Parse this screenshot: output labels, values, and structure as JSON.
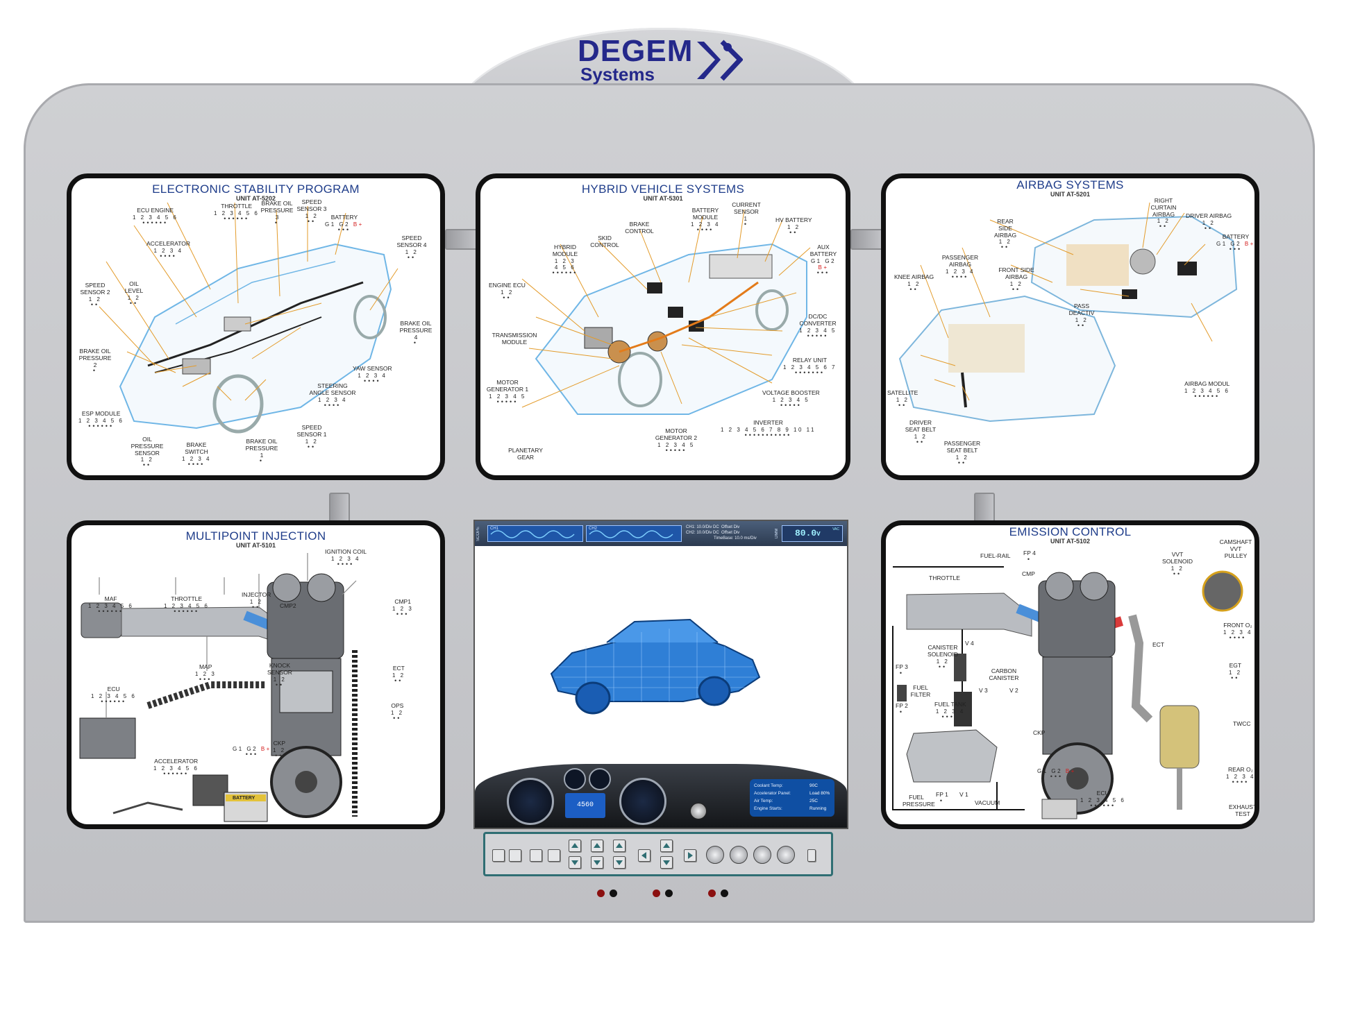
{
  "brand": {
    "name": "DEGEM",
    "sub": "Systems",
    "color": "#24288a"
  },
  "colors": {
    "panel_border": "#111111",
    "title": "#1f3d8a",
    "callout": "#e39b2a",
    "b_plus": "#d41c1c"
  },
  "panels": {
    "esp": {
      "title": "ELECTRONIC STABILITY PROGRAM",
      "unit": "UNIT AT-5202",
      "labels": {
        "ecu_engine": "ECU ENGINE",
        "ecu_engine_n": "1 2 3 4 5 6",
        "throttle": "THROTTLE",
        "throttle_n": "1 2 3 4 5 6",
        "brake_oil_3": "BRAKE OIL PRESSURE 3",
        "speed3": "SPEED SENSOR 3",
        "speed3_n": "1 2",
        "battery": "BATTERY",
        "battery_n": "G1 G2",
        "bplus": "B+",
        "speed4": "SPEED SENSOR 4",
        "speed4_n": "1 2",
        "accelerator": "ACCELERATOR",
        "accelerator_n": "1 2 3 4",
        "speed2": "SPEED SENSOR 2",
        "speed2_n": "1 2",
        "oil_level": "OIL LEVEL",
        "oil_level_n": "1 2",
        "brake_oil_4": "BRAKE OIL PRESSURE 4",
        "brake_oil_2": "BRAKE OIL PRESSURE 2",
        "yaw": "YAW SENSOR",
        "yaw_n": "1 2 3 4",
        "steering": "STEERING ANGLE SENSOR",
        "steering_n": "1 2 3 4",
        "esp_module": "ESP MODULE",
        "esp_module_n": "1 2 3 4 5 6",
        "oil_press": "OIL PRESSURE SENSOR",
        "oil_press_n": "1 2",
        "brake_switch": "BRAKE SWITCH",
        "brake_switch_n": "1 2 3 4",
        "brake_oil_1": "BRAKE OIL PRESSURE 1",
        "speed1": "SPEED SENSOR 1",
        "speed1_n": "1 2"
      }
    },
    "hybrid": {
      "title": "HYBRID VEHICLE SYSTEMS",
      "unit": "UNIT AT-5301",
      "labels": {
        "current": "CURRENT SENSOR",
        "current_n": "1",
        "battery_module": "BATTERY MODULE",
        "battery_module_n": "1 2 3 4",
        "brake_control": "BRAKE CONTROL",
        "hv_battery": "HV BATTERY",
        "hv_battery_n": "1 2",
        "skid": "SKID CONTROL",
        "hybrid_module": "HYBRID MODULE",
        "hybrid_module_n": "1 2 3 4 5 6",
        "aux_battery": "AUX BATTERY",
        "aux_battery_n": "G1 G2",
        "bplus": "B+",
        "engine_ecu": "ENGINE ECU",
        "engine_ecu_n": "1 2",
        "dcdc": "DC/DC CONVERTER",
        "dcdc_n": "1 2 3 4 5",
        "transmission": "TRANSMISSION MODULE",
        "relay": "RELAY UNIT",
        "relay_n": "1 2 3 4 5 6 7",
        "motor1": "MOTOR GENERATOR 1",
        "motor1_n": "1 2 3 4 5",
        "voltage_booster": "VOLTAGE BOOSTER",
        "voltage_booster_n": "1 2 3 4 5",
        "inverter": "INVERTER",
        "inverter_n": "1 2 3 4 5 6 7 8 9 10 11",
        "motor2": "MOTOR GENERATOR 2",
        "motor2_n": "1 2 3 4 5",
        "planetary": "PLANETARY GEAR"
      }
    },
    "airbag": {
      "title": "AIRBAG SYSTEMS",
      "unit": "UNIT AT-5201",
      "labels": {
        "right_curtain": "RIGHT CURTAIN AIRBAG",
        "right_curtain_n": "1 2",
        "rear_side": "REAR SIDE AIRBAG",
        "rear_side_n": "1 2",
        "driver_airbag": "DRIVER AIRBAG",
        "driver_airbag_n": "1 2",
        "battery": "BATTERY",
        "battery_n": "G1 G2",
        "bplus": "B+",
        "passenger_airbag": "PASSENGER AIRBAG",
        "passenger_airbag_n": "1 2 3 4",
        "front_side": "FRONT SIDE AIRBAG",
        "front_side_n": "1 2",
        "knee": "KNEE AIRBAG",
        "knee_n": "1 2",
        "pass_deactiv": "PASS DEACTIV",
        "pass_deactiv_n": "1 2",
        "airbag_modul": "AIRBAG MODUL",
        "airbag_modul_n": "1 2 3 4 5 6",
        "satellite": "SATELLITE",
        "satellite_n": "1 2",
        "driver_belt": "DRIVER SEAT BELT",
        "driver_belt_n": "1 2",
        "passenger_belt": "PASSENGER SEAT BELT",
        "passenger_belt_n": "1 2"
      }
    },
    "mpi": {
      "title": "MULTIPOINT INJECTION",
      "unit": "UNIT AT-5101",
      "labels": {
        "ignition": "IGNITION COIL",
        "ignition_n": "1 2 3 4",
        "maf": "MAF",
        "maf_n": "1 2 3 4 5 6",
        "throttle": "THROTTLE",
        "throttle_n": "1 2 3 4 5 6",
        "injector": "INJECTOR",
        "injector_n": "1 2",
        "cmp2": "CMP2",
        "cmp1": "CMP1",
        "cmp1_n": "1 2 3",
        "map": "MAP",
        "map_n": "1 2 3",
        "knock": "KNOCK SENSOR",
        "knock_n": "1 2",
        "ect": "ECT",
        "ect_n": "1 2",
        "ecu": "ECU",
        "ecu_n": "1 2 3 4 5 6",
        "ops": "OPS",
        "ops_n": "1 2",
        "battery_n": "G1 G2",
        "bplus": "B+",
        "ckp": "CKP",
        "ckp_n": "1 2",
        "accelerator": "ACCELERATOR",
        "accelerator_n": "1 2 3 4 5 6",
        "battery_word": "BATTERY"
      }
    },
    "emission": {
      "title": "EMISSION CONTROL",
      "unit": "UNIT AT-5102",
      "labels": {
        "fuel_rail": "FUEL-RAIL",
        "fp4": "FP 4",
        "camshaft": "CAMSHAFT VVT PULLEY",
        "cmp": "CMP",
        "vvt": "VVT SOLENOID",
        "vvt_n": "1 2",
        "throttle": "THROTTLE",
        "front_o2": "FRONT O",
        "front_o2_n": "1 2 3 4",
        "v4": "V 4",
        "ect": "ECT",
        "canister_sol": "CANISTER SOLENOID",
        "canister_sol_n": "1 2",
        "egt": "EGT",
        "egt_n": "1 2",
        "fp3": "FP 3",
        "carbon": "CARBON CANISTER",
        "v3": "V 3",
        "v2": "V 2",
        "fuel_filter": "FUEL FILTER",
        "fp2": "FP 2",
        "fuel_tank": "FUEL TANK",
        "fuel_tank_n": "1 2 3 4",
        "twcc": "TWCC",
        "ckp": "CKP",
        "rear_o2": "REAR O",
        "rear_o2_n": "1 2 3 4",
        "battery_n": "G1 G2",
        "bplus": "B+",
        "fuel_press": "FUEL PRESSURE",
        "fp1": "FP 1",
        "v1": "V 1",
        "vacuum": "VACUUM",
        "ecu": "ECU",
        "ecu_n": "1 2 3 4 5 6",
        "exhaust": "EXHAUST TEST"
      }
    }
  },
  "simulator": {
    "scope_label": "SCOPE",
    "ch1": "CH1",
    "ch2": "CH2",
    "meas": {
      "ch1_label": "CH1:",
      "ch1_val": "10.0/Div DC",
      "ch1_off": "Offset Div",
      "ch2_label": "CH2:",
      "ch2_val": "10.0/Div DC",
      "ch2_off": "Offset Div",
      "timebase": "TimeBase: 10.0 ms/Div"
    },
    "dmm_label": "DMM",
    "dmm_value": "80.0",
    "dmm_unit": "V",
    "dmm_mode": "VAC",
    "odometer": "4560",
    "info": [
      {
        "label": "Coolant Temp:",
        "value": "90C"
      },
      {
        "label": "Accelerator Panel:",
        "value": "Load 80%"
      },
      {
        "label": "Air Temp:",
        "value": "25C"
      },
      {
        "label": "Engine Starts:",
        "value": "Running"
      }
    ]
  }
}
